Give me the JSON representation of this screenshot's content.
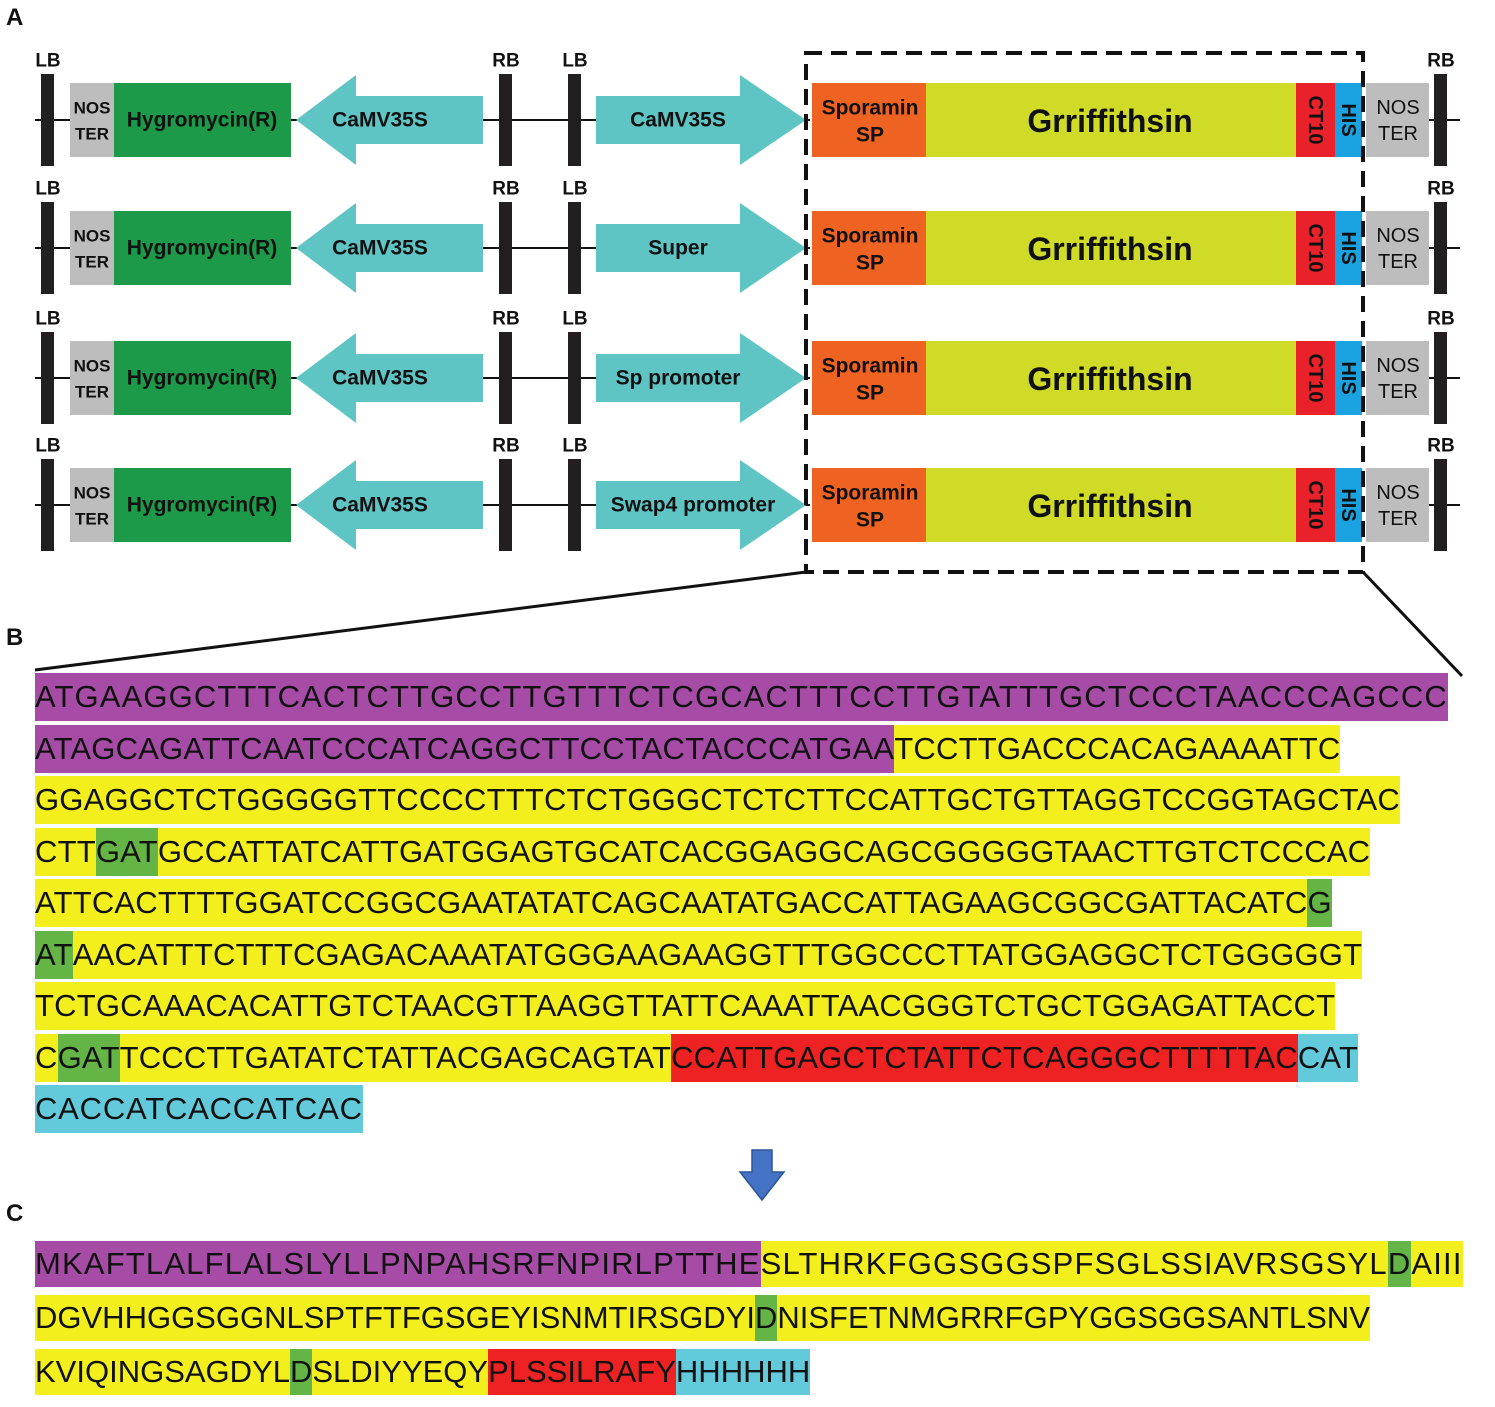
{
  "panels": {
    "a": "A",
    "b": "B",
    "c": "C"
  },
  "colors": {
    "nos": "#bdbdbd",
    "hyg": "#1c9a4a",
    "promoter": "#5ec4c4",
    "sporamin": "#ee6322",
    "griff": "#d0db28",
    "ct10": "#e8212b",
    "his": "#1aa3e0",
    "border": "#231f20",
    "seq_signal": "#a64ca6",
    "seq_gene": "#f3ef1c",
    "seq_mut": "#64b545",
    "seq_ct10": "#ee2222",
    "seq_his": "#62cadb",
    "arrow": "#4472c4"
  },
  "constructs": [
    {
      "lb": "LB",
      "rb": "RB",
      "nos": [
        "NOS",
        "TER"
      ],
      "resistance": "Hygromycin(R)",
      "promoter_selection": "CaMV35S",
      "lb2": "LB",
      "promoter_main": "CaMV35S",
      "signal": [
        "Sporamin",
        "SP"
      ],
      "gene": "Grriffithsin",
      "tag1": "CT10",
      "tag2": "HIS",
      "nos_end": [
        "NOS",
        "TER"
      ],
      "rb2": "RB"
    },
    {
      "lb": "LB",
      "rb": "RB",
      "nos": [
        "NOS",
        "TER"
      ],
      "resistance": "Hygromycin(R)",
      "promoter_selection": "CaMV35S",
      "lb2": "LB",
      "promoter_main": "Super",
      "signal": [
        "Sporamin",
        "SP"
      ],
      "gene": "Grriffithsin",
      "tag1": "CT10",
      "tag2": "HIS",
      "nos_end": [
        "NOS",
        "TER"
      ],
      "rb2": "RB"
    },
    {
      "lb": "LB",
      "rb": "RB",
      "nos": [
        "NOS",
        "TER"
      ],
      "resistance": "Hygromycin(R)",
      "promoter_selection": "CaMV35S",
      "lb2": "LB",
      "promoter_main": "Sp promoter",
      "signal": [
        "Sporamin",
        "SP"
      ],
      "gene": "Grriffithsin",
      "tag1": "CT10",
      "tag2": "HIS",
      "nos_end": [
        "NOS",
        "TER"
      ],
      "rb2": "RB"
    },
    {
      "lb": "LB",
      "rb": "RB",
      "nos": [
        "NOS",
        "TER"
      ],
      "resistance": "Hygromycin(R)",
      "promoter_selection": "CaMV35S",
      "lb2": "LB",
      "promoter_main": "Swap4 promoter",
      "signal": [
        "Sporamin",
        "SP"
      ],
      "gene": "Grriffithsin",
      "tag1": "CT10",
      "tag2": "HIS",
      "nos_end": [
        "NOS",
        "TER"
      ],
      "rb2": "RB"
    }
  ],
  "dna_lines": [
    [
      [
        "ATGAAGGCTTTCACTCTTGCCTTGTTTCTCGCACTTTCCTTGTATTTGCTCCCTAACCCAGCCC",
        "signal"
      ]
    ],
    [
      [
        "ATAGCAGATTCAATCCCATCAGGCTTCCTACTACCCATGAA",
        "signal"
      ],
      [
        "TCCTTGACCCACAGAAAATTC",
        "gene"
      ]
    ],
    [
      [
        "GGAGGCTCTGGGGGTTCCCCTTTCTCTGGGCTCTCTTCCATTGCTGTTAGGTCCGGTAGCTAC",
        "gene"
      ]
    ],
    [
      [
        "CTT",
        "gene"
      ],
      [
        "GAT",
        "mut"
      ],
      [
        "GCCATTATCATTGATGGAGTGCATCACGGAGGCAGCGGGGGTAACTTGTCTCCCAC",
        "gene"
      ]
    ],
    [
      [
        "ATTCACTTTTGGATCCGGCGAATATATCAGCAATATGACCATTAGAAGCGGCGATTACATC",
        "gene"
      ],
      [
        "G",
        "mut"
      ]
    ],
    [
      [
        "AT",
        "mut"
      ],
      [
        "AACATTTCTTTCGAGACAAATATGGGAAGAAGGTTTGGCCCTTATGGAGGCTCTGGGGGT",
        "gene"
      ]
    ],
    [
      [
        "TCTGCAAACACATTGTCTAACGTTAAGGTTATTCAAATTAACGGGTCTGCTGGAGATTACCT",
        "gene"
      ]
    ],
    [
      [
        "C",
        "gene"
      ],
      [
        "GAT",
        "mut"
      ],
      [
        "TCCCTTGATATCTATTACGAGCAGTAT",
        "gene"
      ],
      [
        "CCATTGAGCTCTATTCTCAGGGCTTTTTAC",
        "ct10"
      ],
      [
        "CAT",
        "his"
      ]
    ],
    [
      [
        "CACCATCACCATCAC",
        "his"
      ]
    ]
  ],
  "protein_lines": [
    [
      [
        "MKAFTLALFLALSLYLLPNPAHSRFNPIRLPTTHE",
        "signal"
      ],
      [
        "SLTHRKFGGSGGSPFSGLSSIAVRSGSYL",
        "gene"
      ],
      [
        "D",
        "mut"
      ],
      [
        "AIII",
        "gene"
      ]
    ],
    [
      [
        "DGVHHGGSGGNLSPTFTFGSGEYISNMTIRSGDYI",
        "gene"
      ],
      [
        "D",
        "mut"
      ],
      [
        "NISFETNMGRRFGPYGGSGGSANTLSNV",
        "gene"
      ]
    ],
    [
      [
        "KVIQINGSAGDYL",
        "gene"
      ],
      [
        "D",
        "mut"
      ],
      [
        "SLDIYYEQY",
        "gene"
      ],
      [
        "PLSSILRAFY",
        "ct10"
      ],
      [
        "HHHHHH",
        "his"
      ]
    ]
  ]
}
